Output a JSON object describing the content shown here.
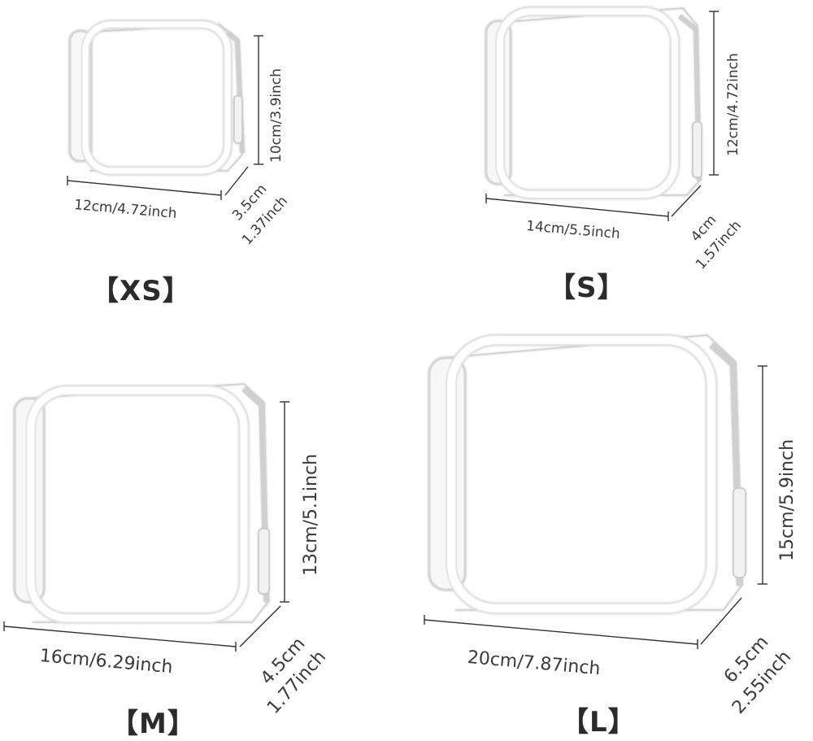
{
  "items": [
    {
      "size_label": "【XS】",
      "width": "12cm/4.72inch",
      "height": "10cm/3.9inch",
      "depth_cm": "3.5cm",
      "depth_in": "1.37inch"
    },
    {
      "size_label": "【S】",
      "width": "14cm/5.5inch",
      "height": "12cm/4.72inch",
      "depth_cm": "4cm",
      "depth_in": "1.57inch"
    },
    {
      "size_label": "【M】",
      "width": "16cm/6.29inch",
      "height": "13cm/5.1inch",
      "depth_cm": "4.5cm",
      "depth_in": "1.77inch"
    },
    {
      "size_label": "【L】",
      "width": "20cm/7.87inch",
      "height": "15cm/5.9inch",
      "depth_cm": "6.5cm",
      "depth_in": "2.55inch"
    }
  ]
}
